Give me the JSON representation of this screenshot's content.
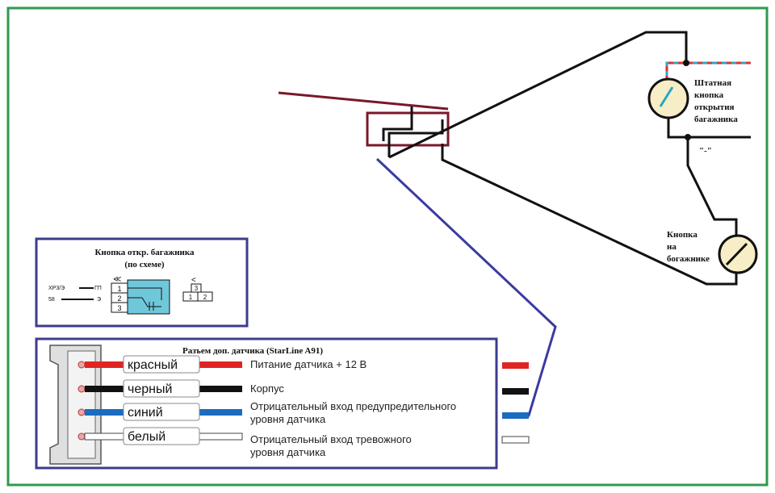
{
  "colors": {
    "frame": "#2e9a4e",
    "panel_border": "#3d3c8c",
    "relay": "#7a1828",
    "wire_black": "#111111",
    "wire_blue": "#3a3ba0",
    "wire_red": "#e02424",
    "wire_bus_blue": "#1b6cc0",
    "wire_dashed_red": "#d9342f",
    "wire_dashed_cyan": "#2aa6c6",
    "button_fill": "#f7edc6",
    "connector_cyan": "#6fc7da"
  },
  "labels": {
    "stock_button": [
      "Штатная",
      "кнопка",
      "открытия",
      "багажника"
    ],
    "minus": "\"-\"",
    "trunk_button": [
      "Кнопка",
      "на",
      "богажнике"
    ]
  },
  "scheme_panel": {
    "title": "Кнопка откр. багажника",
    "subtitle": "(по схеме)",
    "wire_xp3": "XP3/Э",
    "wire_58": "58",
    "gp_label": "ГП",
    "e_label": "Э",
    "pins_left": [
      "1",
      "2",
      "3"
    ],
    "pins_right_top": "3",
    "pins_right_bottom": [
      "1",
      "2"
    ]
  },
  "connector_panel": {
    "title": "Разъем доп. датчика (StarLine A91)",
    "wires": [
      {
        "name": "красный",
        "description": [
          "Питание датчика + 12 В"
        ],
        "icon": "red-wire"
      },
      {
        "name": "черный",
        "description": [
          "Корпус"
        ],
        "icon": "black-wire"
      },
      {
        "name": "синий",
        "description": [
          "Отрицательный вход предупредительного",
          "уровня датчика"
        ],
        "icon": "blue-wire"
      },
      {
        "name": "белый",
        "description": [
          "Отрицательный вход тревожного",
          "уровня датчика"
        ],
        "icon": "white-wire"
      }
    ]
  }
}
